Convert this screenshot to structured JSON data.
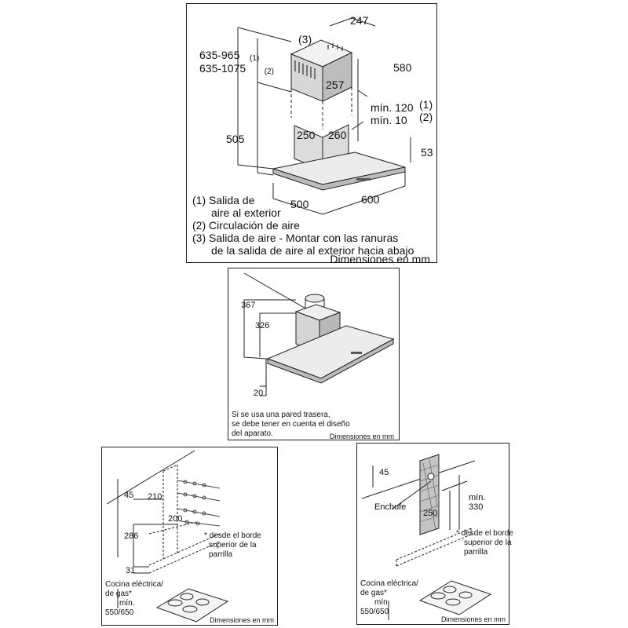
{
  "panel1": {
    "dims": {
      "d247": "247",
      "d3": "(3)",
      "d635_965": "635-965",
      "n1a": "(1)",
      "d635_1075": "635-1075",
      "n2a": "(2)",
      "d580": "580",
      "d257": "257",
      "min120": "mín. 120",
      "n1b": "(1)",
      "min10": "mín. 10",
      "n2b": "(2)",
      "d505": "505",
      "d250": "250",
      "d260": "260",
      "d53": "53",
      "d500": "500",
      "d600": "600"
    },
    "legend": [
      "(1)  Salida de",
      "aire al exterior",
      "(2)  Circulación de aire",
      "(3)  Salida de aire - Montar con las ranuras",
      "de la salida de aire al exterior hacia abajo"
    ],
    "units": "Dimensiones en mm"
  },
  "panel2": {
    "dims": {
      "d367": "367",
      "d326": "326",
      "d20": "20"
    },
    "note": [
      "Si se usa una pared trasera,",
      "se debe tener en cuenta el diseño",
      "del aparato."
    ],
    "units": "Dimensiones en mm"
  },
  "panel3": {
    "dims": {
      "d45": "45",
      "d210": "210",
      "d200": "200",
      "d286": "286",
      "d31": "31"
    },
    "note": [
      "* desde el borde",
      "superior de la",
      "parrilla"
    ],
    "cooktop": [
      "Cocina eléctrica/",
      "de gas*",
      "mín.",
      "550/650"
    ],
    "units": "Dimensiones en mm"
  },
  "panel4": {
    "dims": {
      "d45": "45",
      "enchufe": "Enchufe",
      "d250": "250",
      "min": "mín.",
      "d330": "330"
    },
    "note": [
      "* desde el borde",
      "superior de la",
      "parrilla"
    ],
    "cooktop": [
      "Cocina eléctrica/",
      "de gas*",
      "mín.",
      "550/650"
    ],
    "units": "Dimensiones en mm"
  }
}
